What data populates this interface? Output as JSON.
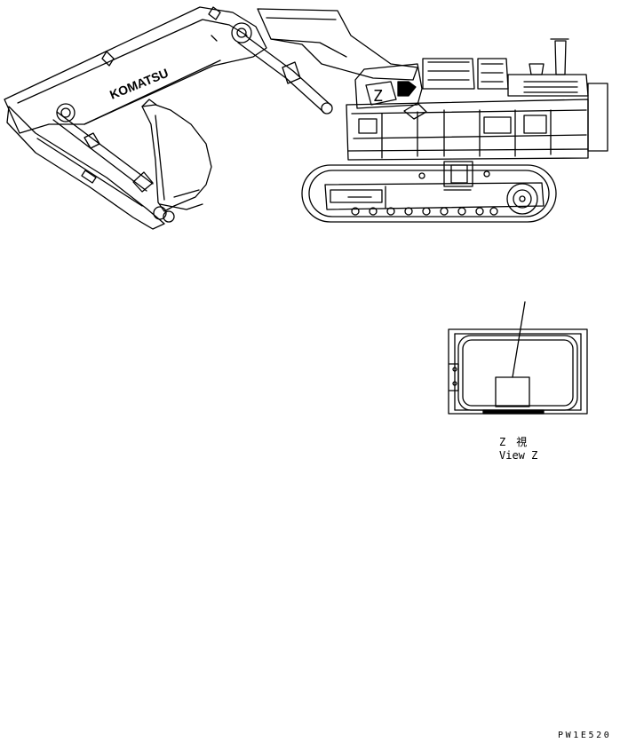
{
  "machine": {
    "brand_text": "KOMATSU",
    "view_marker": "Z"
  },
  "detail": {
    "caption_line1": "Z　視",
    "caption_line2": "View Z"
  },
  "drawing_code": "PW1E520",
  "colors": {
    "line": "#000000",
    "background": "#ffffff"
  }
}
